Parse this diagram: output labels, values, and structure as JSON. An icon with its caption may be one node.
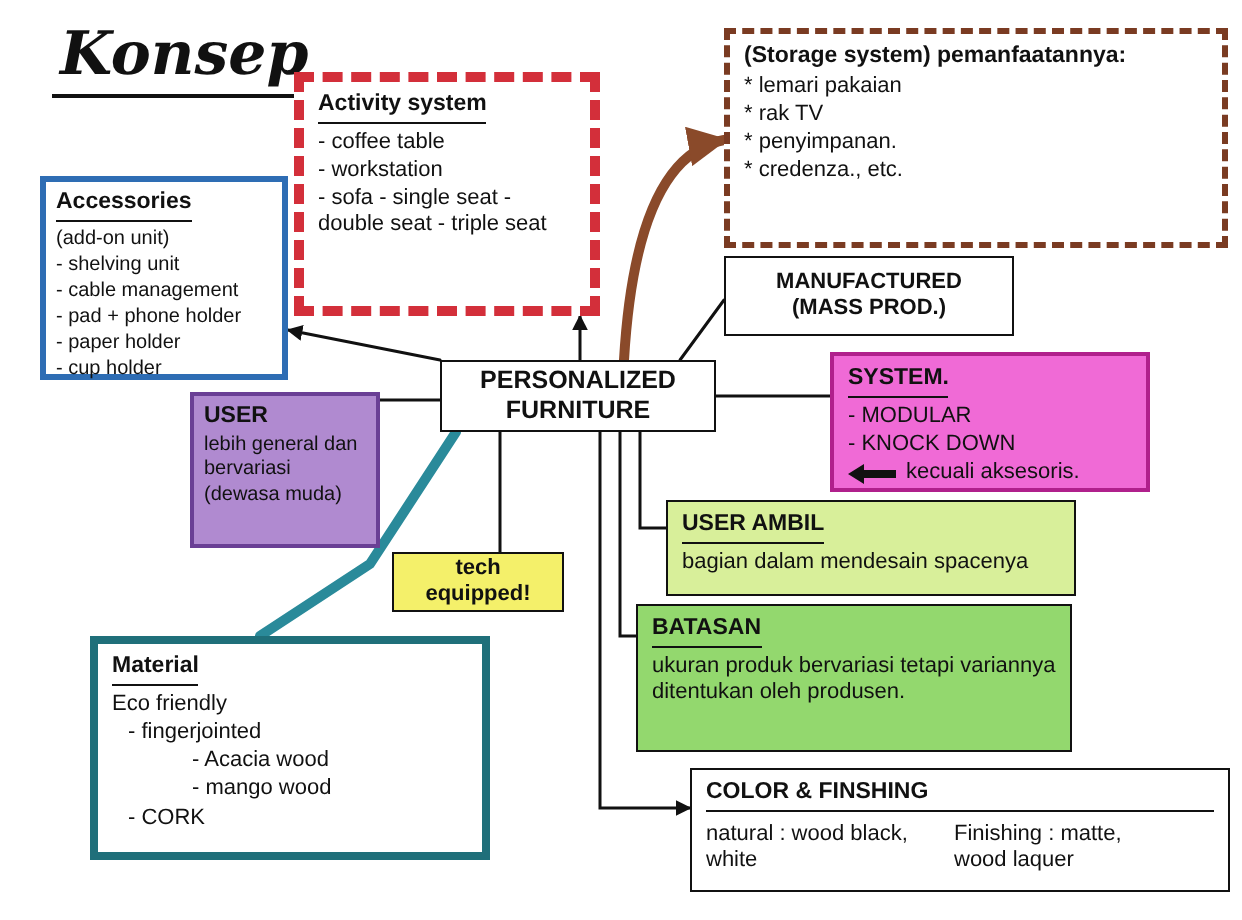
{
  "diagram": {
    "title": "Konsep",
    "nodes": [
      {
        "text": [
          "PERSONALIZED FURNITURE"
        ]
      },
      {
        "text": [
          "Activity system",
          "- coffee table",
          "- workstation",
          "- sofa - single seat - double seat - triple seat"
        ]
      },
      {
        "text": [
          "Accessories",
          "(add-on unit)",
          "- shelving unit",
          "- cable management",
          "- pad + phone holder",
          "- paper holder",
          "- cup holder"
        ]
      },
      {
        "text": [
          "(Storage system) pemanfaatannya:",
          "* lemari pakaian",
          "* rak TV",
          "* penyimpanan.",
          "* credenza., etc."
        ]
      },
      {
        "text": [
          "MANUFACTURED (MASS PROD.)"
        ]
      },
      {
        "text": [
          "SYSTEM.",
          "- MODULAR",
          "- KNOCK DOWN",
          "kecuali aksesoris."
        ]
      },
      {
        "text": [
          "USER",
          "lebih general dan bervariasi",
          "(dewasa muda)"
        ]
      },
      {
        "text": [
          "tech equipped!"
        ]
      },
      {
        "text": [
          "USER AMBIL",
          "bagian dalam mendesain spacenya"
        ]
      },
      {
        "text": [
          "BATASAN",
          "ukuran produk bervariasi tetapi variannya ditentukan oleh produsen."
        ]
      },
      {
        "text": [
          "Material",
          "Eco friendly",
          "- fingerjointed",
          "- Acacia wood",
          "- mango wood",
          "- CORK"
        ]
      },
      {
        "text": [
          "COLOR & FINSHING",
          "natural : wood black, white",
          "Finishing : matte, wood laquer"
        ]
      }
    ],
    "edges": [
      {
        "from": 0,
        "to": 3,
        "arrow": "to",
        "style": "thick",
        "color": "#8a4a2a"
      },
      {
        "from": 0,
        "to": 1,
        "arrow": "to"
      },
      {
        "from": 0,
        "to": 2,
        "arrow": "to"
      },
      {
        "from": 0,
        "to": 6,
        "arrow": "none"
      },
      {
        "from": 0,
        "to": 4,
        "arrow": "none"
      },
      {
        "from": 0,
        "to": 5,
        "arrow": "none"
      },
      {
        "from": 0,
        "to": 8,
        "arrow": "none"
      },
      {
        "from": 0,
        "to": 7,
        "arrow": "none"
      },
      {
        "from": 0,
        "to": 9,
        "arrow": "none"
      },
      {
        "from": 0,
        "to": 10,
        "arrow": "none",
        "style": "thick",
        "color": "#2a8a9a"
      },
      {
        "from": 0,
        "to": 11,
        "arrow": "to"
      }
    ]
  }
}
